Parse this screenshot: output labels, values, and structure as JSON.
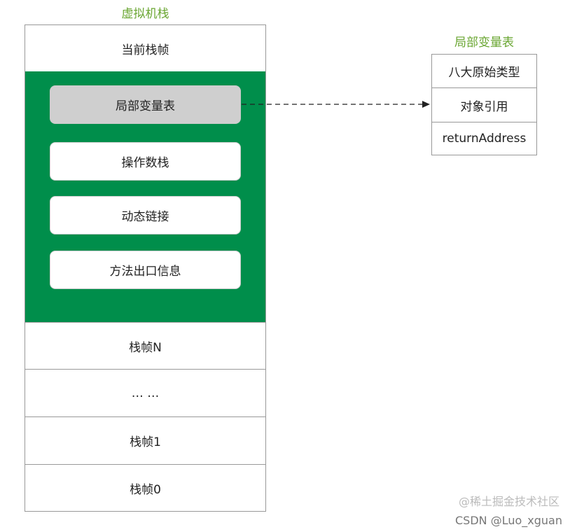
{
  "stack": {
    "title": "虚拟机栈",
    "current_frame": "当前栈帧",
    "frame_parts": [
      "局部变量表",
      "操作数栈",
      "动态链接",
      "方法出口信息"
    ],
    "frames": [
      "栈帧N",
      "… …",
      "栈帧1",
      "栈帧0"
    ]
  },
  "locals_table": {
    "title": "局部变量表",
    "rows": [
      "八大原始类型",
      "对象引用",
      "returnAddress"
    ]
  },
  "watermark": {
    "line1": "@稀土掘金技术社区",
    "line2": "CSDN @Luo_xguan"
  },
  "colors": {
    "frame_green": "#008e4b",
    "title_green": "#6aa632",
    "highlight_gray": "#cfcfcf"
  }
}
